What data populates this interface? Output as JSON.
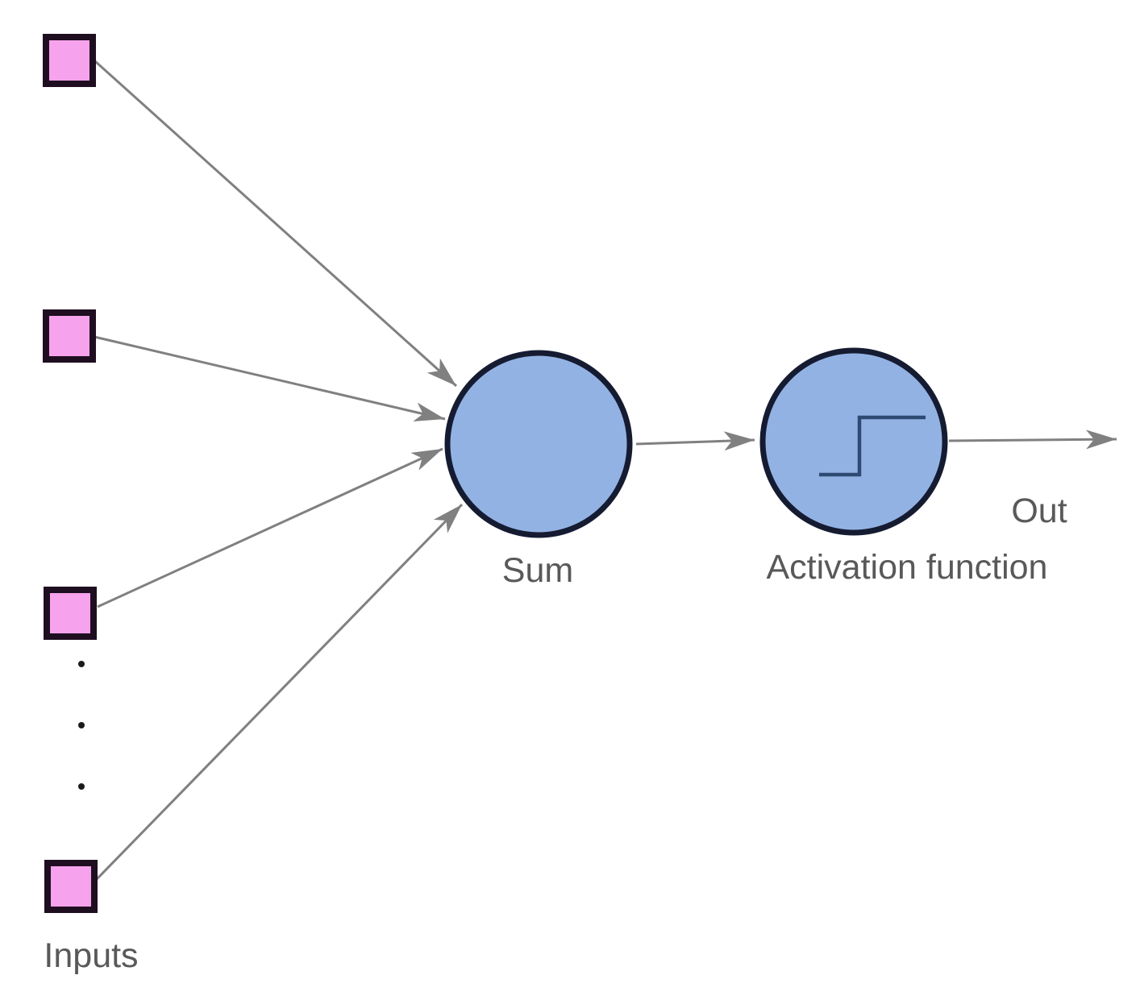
{
  "diagram": {
    "subject": "artificial neuron / perceptron schematic",
    "labels": {
      "sum": "Sum",
      "activation": "Activation function",
      "out": "Out",
      "inputs": "Inputs"
    },
    "nodes": {
      "input_square_count": 4,
      "ellipsis_dot_count": 3,
      "sum_node": "circle",
      "activation_node": "circle with step-function icon"
    },
    "edges": [
      "input-1 -> sum",
      "input-2 -> sum",
      "input-3 -> sum",
      "input-4 -> sum",
      "sum -> activation",
      "activation -> out"
    ],
    "colors": {
      "background": "#ffffff",
      "input_fill": "#f7a2ec",
      "input_border": "#1e0e20",
      "node_fill": "#93b2e4",
      "node_border": "#151b31",
      "connector": "#808080",
      "step_stroke": "#2e4a72",
      "dot": "#1b1b1b",
      "label_text": "#595959"
    }
  }
}
